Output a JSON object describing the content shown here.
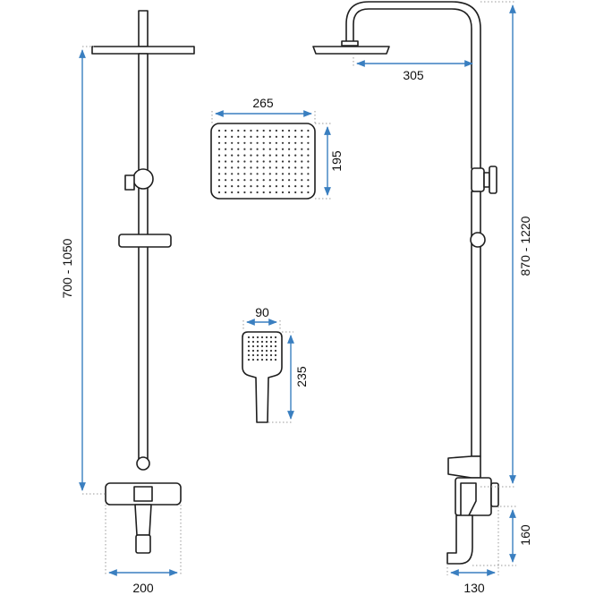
{
  "dimensions": {
    "column_height_left": "700 - 1050",
    "column_height_right": "870 - 1220",
    "arm_reach": "305",
    "overhead_width": "265",
    "overhead_depth": "195",
    "hand_shower_width": "90",
    "hand_shower_length": "235",
    "mixer_spacing": "200",
    "spout_projection": "130",
    "spout_height": "160"
  },
  "colors": {
    "dimension_line": "#3a7fc0",
    "outline": "#1e1e1e",
    "extension_line": "#9a9a9a"
  }
}
